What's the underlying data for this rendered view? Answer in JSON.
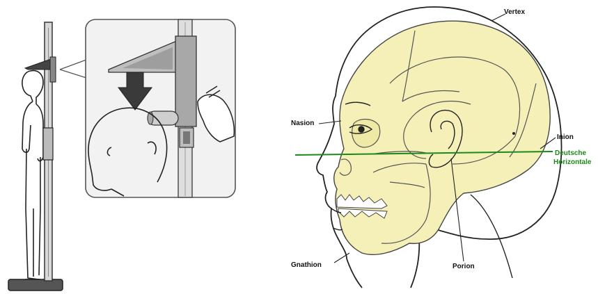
{
  "colors": {
    "skull_fill": "#f4f0b8",
    "frankfort_line": "#1a8a1a",
    "ink": "#222222",
    "panel_bg": "#f2f2f2"
  },
  "head_diagram": {
    "labels": {
      "vertex": "Vertex",
      "nasion": "Nasion",
      "inion": "Inion",
      "deutsche_horizontale_line1": "Deutsche",
      "deutsche_horizontale_line2": "Horizontale",
      "gnathion": "Gnathion",
      "porion": "Porion"
    }
  },
  "stadiometer_illustration": {
    "icons": [
      "standing-person-icon",
      "stadiometer-pole-icon",
      "head-slider-icon",
      "down-arrow-icon",
      "hand-icon"
    ]
  }
}
